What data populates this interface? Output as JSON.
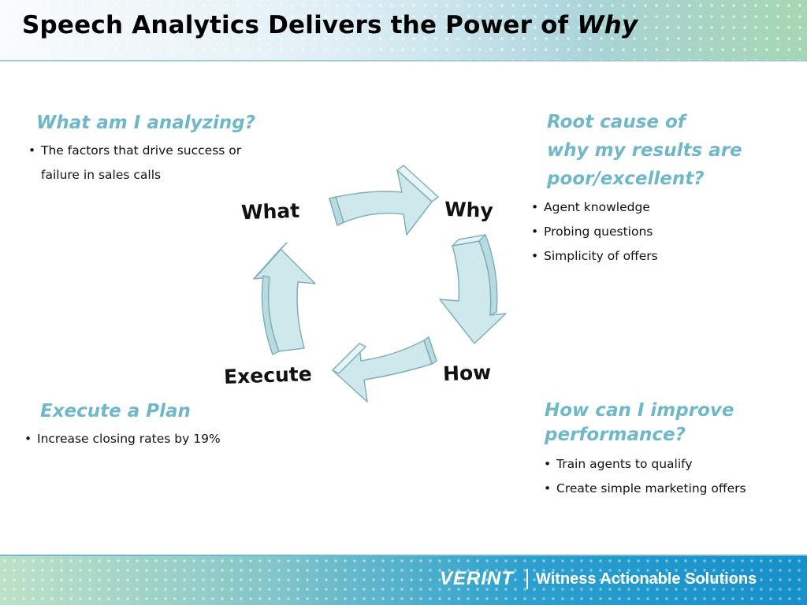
{
  "slide": {
    "title_main": "Speech Analytics Delivers the Power of ",
    "title_emphasis": "Why"
  },
  "what_section": {
    "heading": "What am I analyzing?",
    "bullets": [
      "The factors that drive success or",
      "failure in sales calls"
    ]
  },
  "why_section": {
    "heading_lines": [
      "Root cause of",
      "why my results are",
      "poor/excellent?"
    ],
    "bullets": [
      "Agent knowledge",
      "Probing questions",
      "Simplicity of offers"
    ]
  },
  "execute_section": {
    "heading": "Execute a Plan",
    "bullets": [
      "Increase closing rates by 19%"
    ]
  },
  "how_section": {
    "heading_lines": [
      "How can I improve",
      "performance?"
    ],
    "bullets": [
      "Train agents to qualify",
      "Create simple marketing offers"
    ]
  },
  "cycle": {
    "labels": {
      "what": "What",
      "why": "Why",
      "how": "How",
      "execute": "Execute"
    },
    "arrow_color": "#cfe8ec",
    "arrow_stroke": "#8fb9c2"
  },
  "footer": {
    "brand": "VERINT",
    "tagline": "Witness Actionable Solutions"
  },
  "colors": {
    "heading_accent": "#6fb8c9",
    "footer_blue": "#1a94cb"
  }
}
